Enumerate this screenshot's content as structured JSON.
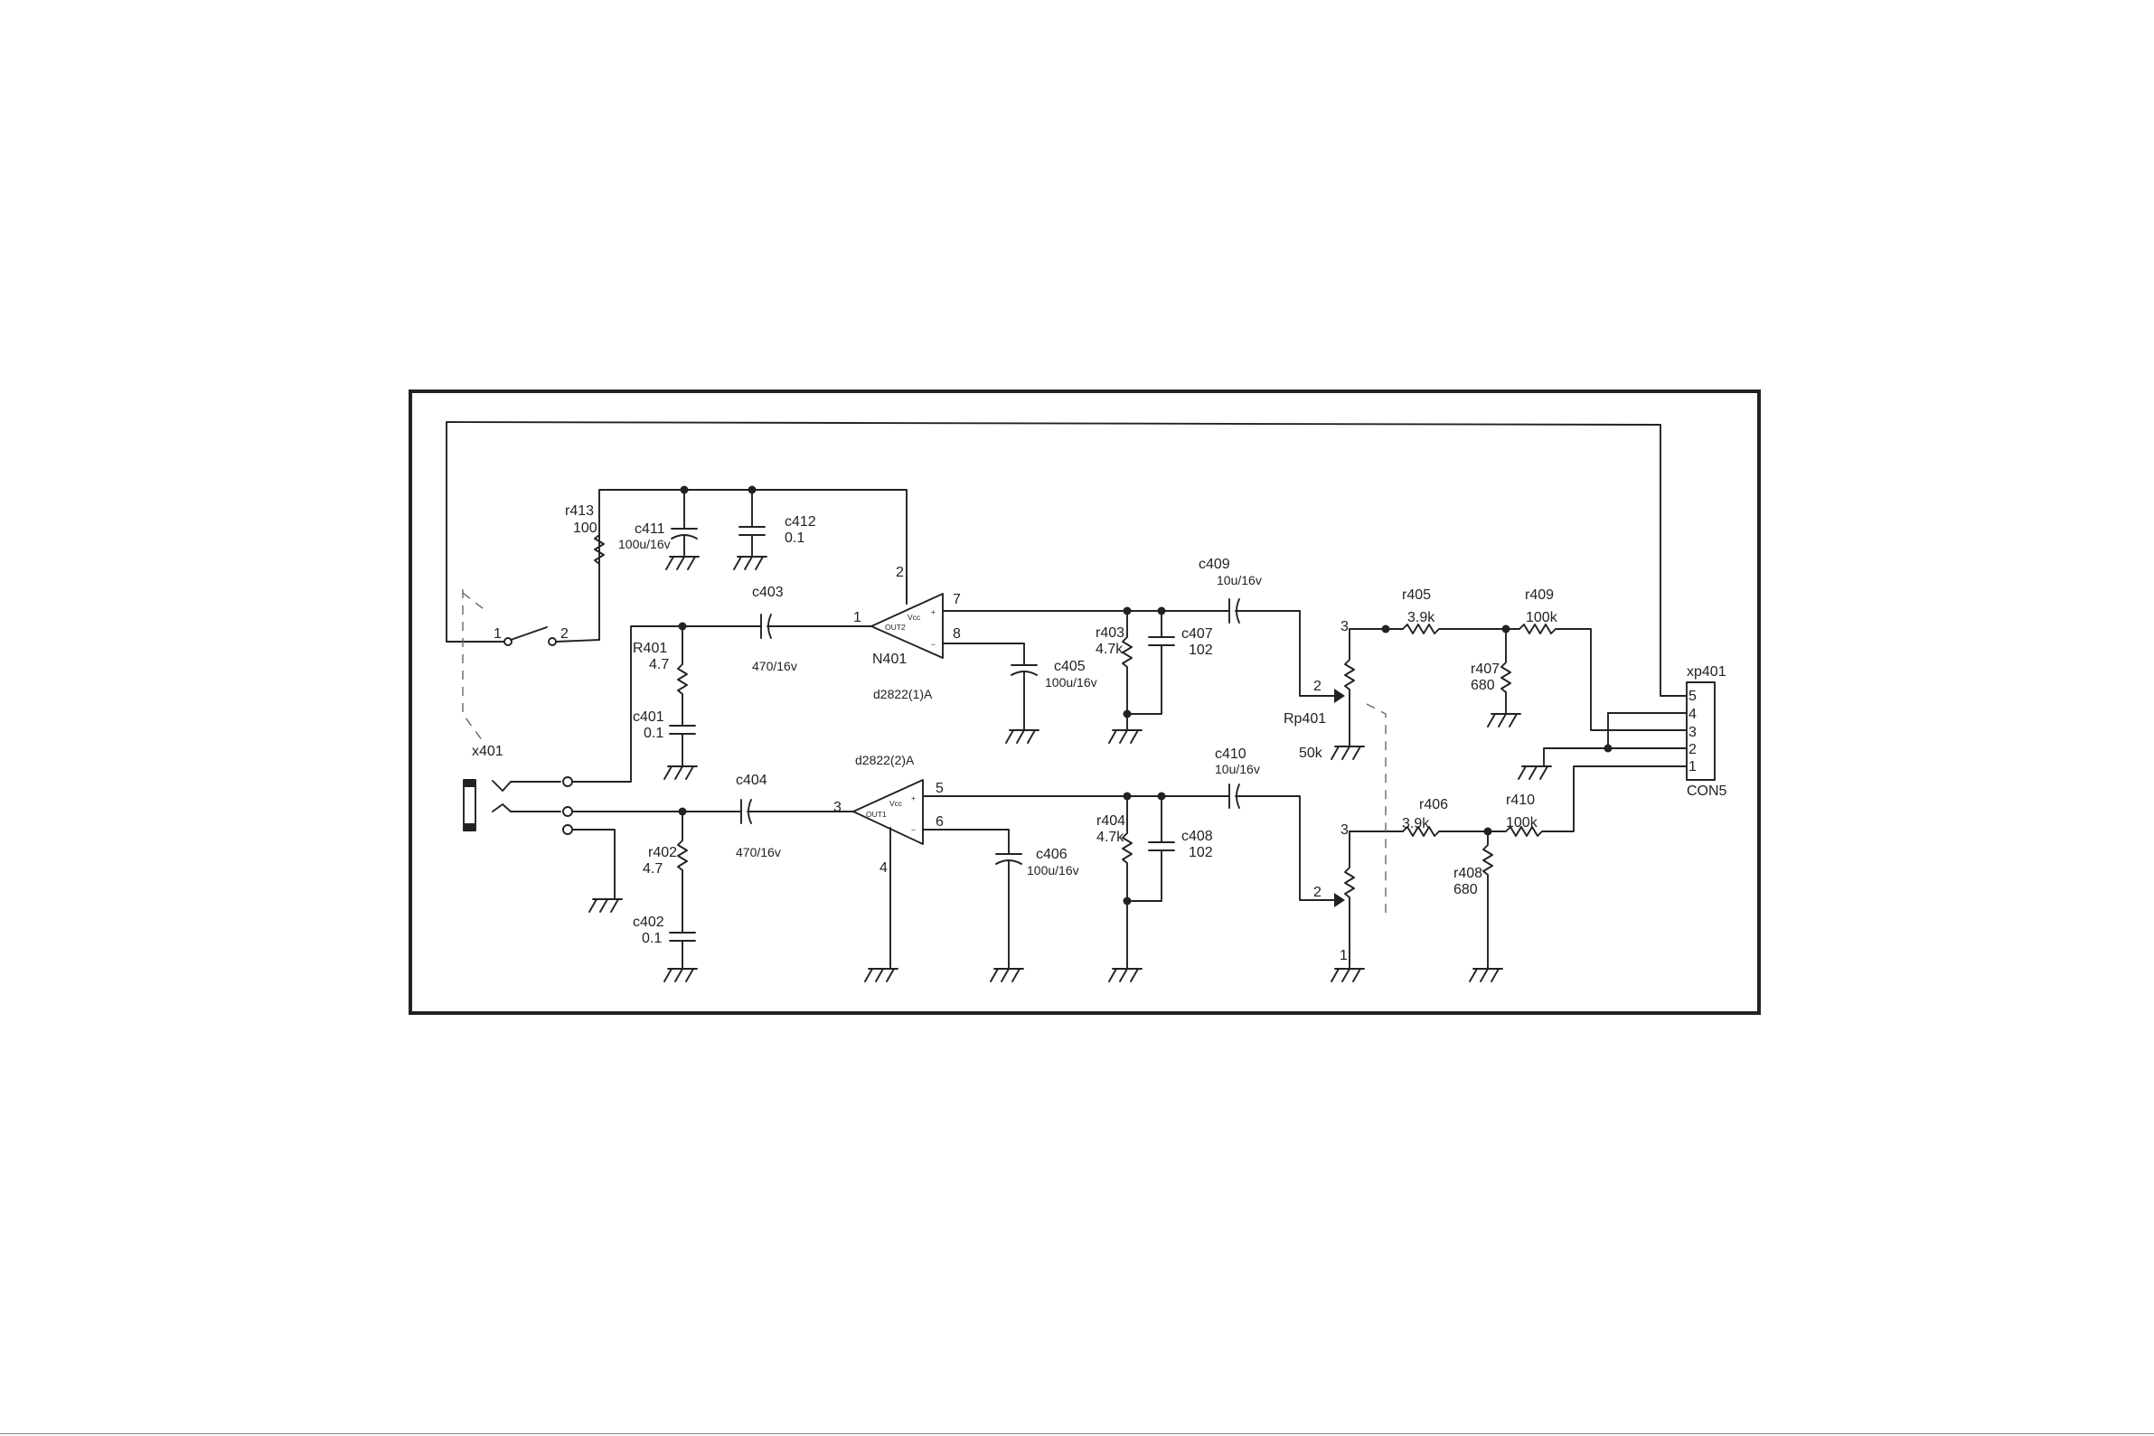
{
  "labels": {
    "r413": "r413",
    "r413_val": "100",
    "c411": "c411",
    "c411_val": "100u/16v",
    "c412": "c412",
    "c412_val": "0.1",
    "c403": "c403",
    "c403_val": "470/16v",
    "R401": "R401",
    "R401_val": "4.7",
    "c401": "c401",
    "c401_val": "0.1",
    "x401": "x401",
    "N401": "N401",
    "d2822_1": "d2822(1)A",
    "d2822_2": "d2822(2)A",
    "c405": "c405",
    "c405_val": "100u/16v",
    "c409": "c409",
    "c409_val": "10u/16v",
    "r403": "r403",
    "r403_val": "4.7k",
    "c407": "c407",
    "c407_val": "102",
    "r405": "r405",
    "r405_val": "3.9k",
    "r409": "r409",
    "r409_val": "100k",
    "r407": "r407",
    "r407_val": "680",
    "Rp401": "Rp401",
    "Rp401_val": "50k",
    "xp401": "xp401",
    "con5": "CON5",
    "c404": "c404",
    "c404_val": "470/16v",
    "r402": "r402",
    "r402_val": "4.7",
    "c402": "c402",
    "c402_val": "0.1",
    "c406": "c406",
    "c406_val": "100u/16v",
    "c410": "c410",
    "c410_val": "10u/16v",
    "r404": "r404",
    "r404_val": "4.7k",
    "c408": "c408",
    "c408_val": "102",
    "r406": "r406",
    "r406_val": "3.9k",
    "r410": "r410",
    "r410_val": "100k",
    "r408": "r408",
    "r408_val": "680"
  },
  "pins": {
    "sw1": "1",
    "sw2": "2",
    "u1_in": "1",
    "u1_vcc": "2",
    "u1_out": "7",
    "u1_fb": "8",
    "u2_in": "3",
    "u2_out": "5",
    "u2_fb": "6",
    "u2_gnd": "4",
    "rp1_top": "3",
    "rp1_wiper": "2",
    "rp2_top": "3",
    "rp2_wiper": "2",
    "rp2_bot": "1",
    "con_5": "5",
    "con_4": "4",
    "con_3": "3",
    "con_2": "2",
    "con_1": "1"
  },
  "ic_text": {
    "vcc": "Vcc",
    "out2": "OUT2",
    "out1": "OUT1",
    "plus": "+",
    "minus": "−"
  }
}
